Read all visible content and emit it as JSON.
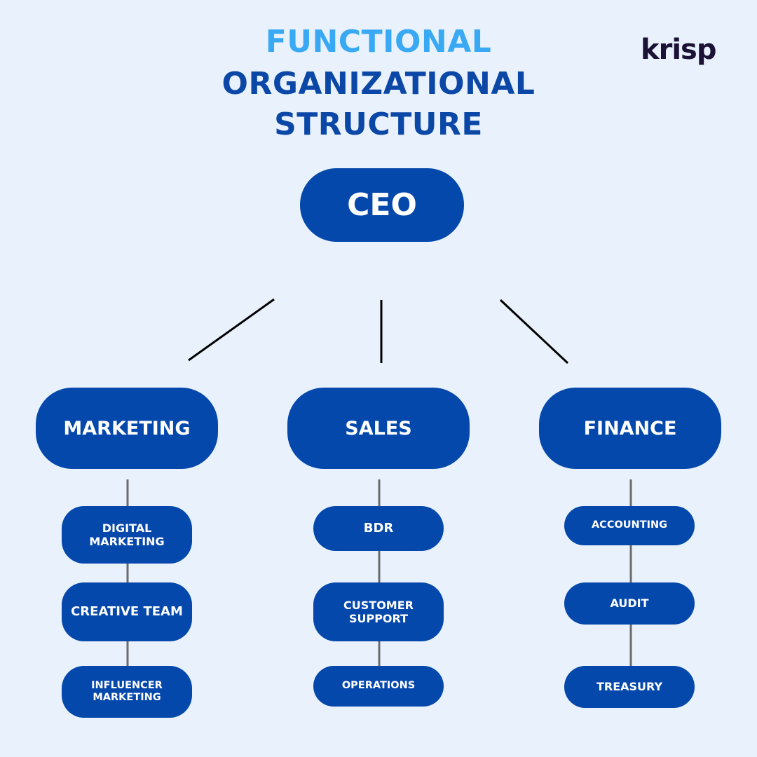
{
  "title": {
    "line1": "FUNCTIONAL",
    "line2": "ORGANIZATIONAL",
    "line3": "STRUCTURE"
  },
  "brand": {
    "logo_text": "krisp"
  },
  "org": {
    "ceo": "CEO",
    "departments": [
      {
        "name": "MARKETING",
        "teams": [
          "DIGITAL MARKETING",
          "CREATIVE TEAM",
          "INFLUENCER MARKETING"
        ]
      },
      {
        "name": "SALES",
        "teams": [
          "BDR",
          "CUSTOMER SUPPORT",
          "OPERATIONS"
        ]
      },
      {
        "name": "FINANCE",
        "teams": [
          "ACCOUNTING",
          "AUDIT",
          "TREASURY"
        ]
      }
    ]
  },
  "colors": {
    "background": "#e9f2fc",
    "title_accent": "#3aa9f3",
    "title_primary": "#0a47a7",
    "node_fill": "#0548ab",
    "node_text": "#ffffff"
  }
}
